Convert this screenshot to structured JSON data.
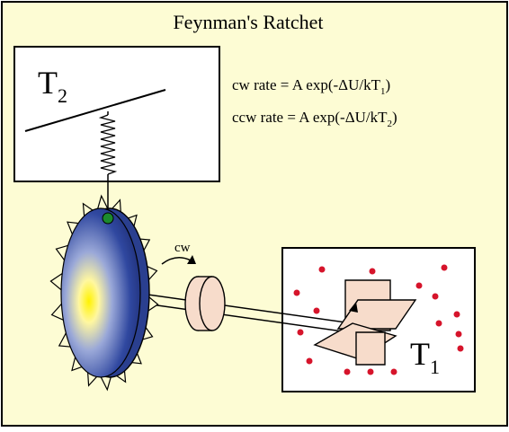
{
  "title": "Feynman's Ratchet",
  "colors": {
    "background": "#fdfcd4",
    "border": "#000000",
    "box_fill": "#ffffff",
    "particle": "#d6142b",
    "wheel_edge": "#2a3f8f",
    "vane_fill": "#f7dccb",
    "pawl_pivot": "#1c8a2e",
    "hub_glow": "#fff200"
  },
  "reservoir_hot": {
    "label": "T",
    "subscript": "2"
  },
  "reservoir_cold": {
    "label": "T",
    "subscript": "1"
  },
  "equations": {
    "cw": {
      "prefix": "cw rate = A exp(-ΔU/kT",
      "subscript": "1",
      "suffix": ")"
    },
    "ccw": {
      "prefix": "ccw rate = A exp(-ΔU/kT",
      "subscript": "2",
      "suffix": ")"
    }
  },
  "rotation_label": "cw",
  "icons": {
    "ratchet": "ratchet-wheel-icon",
    "spring": "spring-icon",
    "pawl_pivot": "pivot-icon",
    "vanes": "paddle-vanes-icon",
    "particles": "gas-particle-icon",
    "rotation_arrow": "curved-arrow-icon"
  }
}
